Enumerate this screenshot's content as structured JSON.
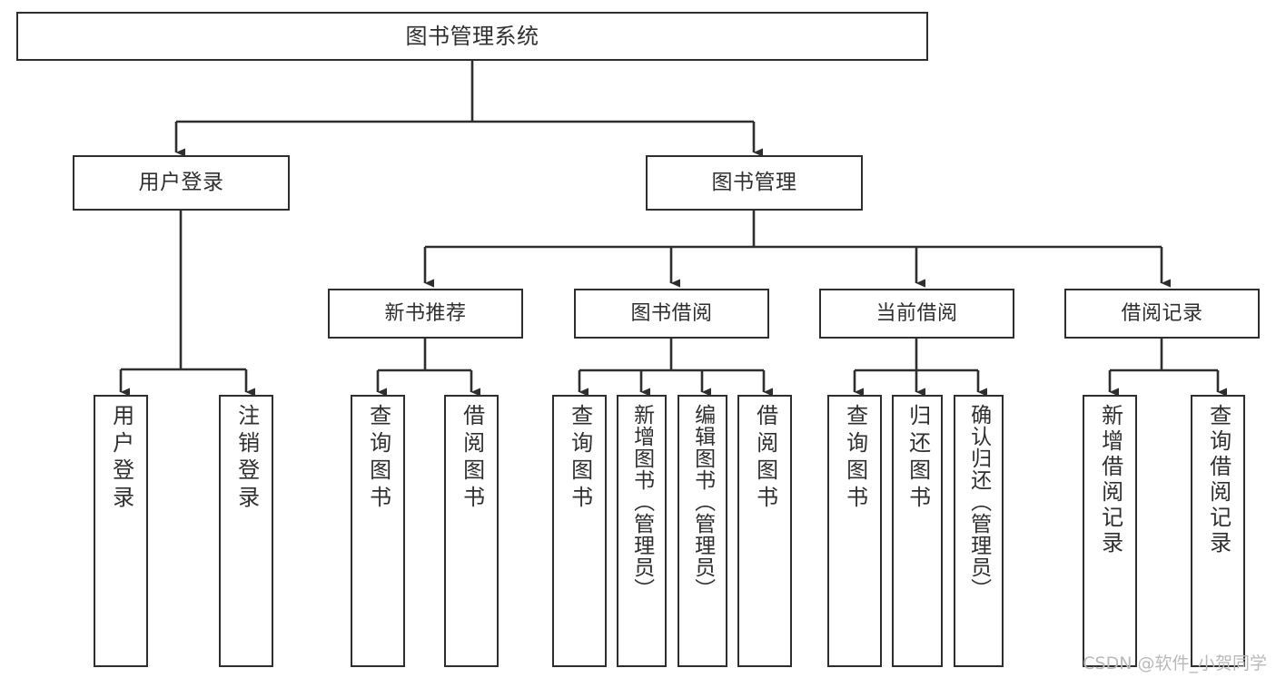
{
  "diagram": {
    "type": "tree-hierarchy",
    "title": "图书管理系统",
    "watermark": "CSDN @软件_小贺同学",
    "colors": {
      "box_border": "#2e2e2e",
      "box_fill": "#ffffff",
      "connector": "#2e2e2e",
      "text": "#2f2f2f",
      "watermark": "#b9b9b9",
      "background": "#ffffff"
    },
    "nodes": {
      "root": {
        "label": "图书管理系统"
      },
      "level1": [
        {
          "id": "user-login",
          "label": "用户登录"
        },
        {
          "id": "book-manage",
          "label": "图书管理"
        }
      ],
      "level2": [
        {
          "id": "new-book-recommend",
          "label": "新书推荐"
        },
        {
          "id": "book-borrow",
          "label": "图书借阅"
        },
        {
          "id": "current-borrow",
          "label": "当前借阅"
        },
        {
          "id": "borrow-record",
          "label": "借阅记录"
        }
      ],
      "leaves": {
        "user-login": [
          {
            "id": "leaf-user-login",
            "label": "用户登录"
          },
          {
            "id": "leaf-logout",
            "label": "注销登录"
          }
        ],
        "new-book-recommend": [
          {
            "id": "leaf-query-book-1",
            "label": "查询图书"
          },
          {
            "id": "leaf-borrow-book-1",
            "label": "借阅图书"
          }
        ],
        "book-borrow": [
          {
            "id": "leaf-query-book-2",
            "label": "查询图书"
          },
          {
            "id": "leaf-add-book",
            "label": "新增图书（管理员）"
          },
          {
            "id": "leaf-edit-book",
            "label": "编辑图书（管理员）"
          },
          {
            "id": "leaf-borrow-book-2",
            "label": "借阅图书"
          }
        ],
        "current-borrow": [
          {
            "id": "leaf-query-book-3",
            "label": "查询图书"
          },
          {
            "id": "leaf-return-book",
            "label": "归还图书"
          },
          {
            "id": "leaf-confirm-return",
            "label": "确认归还（管理员）"
          }
        ],
        "borrow-record": [
          {
            "id": "leaf-add-record",
            "label": "新增借阅记录"
          },
          {
            "id": "leaf-query-record",
            "label": "查询借阅记录"
          }
        ]
      }
    }
  }
}
